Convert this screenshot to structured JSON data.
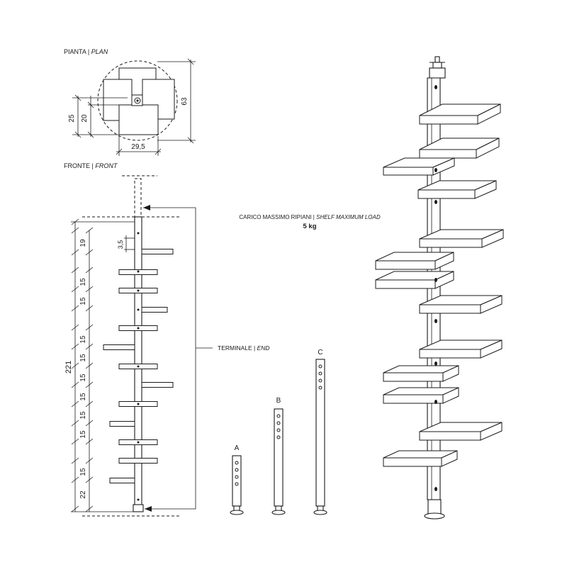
{
  "plan": {
    "title_it": "PIANTA",
    "separator": " | ",
    "title_en": "PLAN",
    "dims": {
      "height": "63",
      "left_outer": "25",
      "left_inner": "20",
      "width": "29,5"
    }
  },
  "front": {
    "title_it": "FRONTE",
    "separator": " | ",
    "title_en": "FRONT",
    "total_height": "221",
    "segments": [
      "19",
      "15",
      "15",
      "15",
      "15",
      "15",
      "15",
      "15",
      "15",
      "15",
      "22"
    ],
    "shelf_gap": "3,5"
  },
  "load": {
    "label_it": "CARICO MASSIMO RIPIANI",
    "separator": " | ",
    "label_en": "SHELF MAXIMUM LOAD",
    "value": "5 kg"
  },
  "terminal": {
    "label_it": "TERMINALE",
    "separator": " | ",
    "label_en": "END"
  },
  "variants": [
    {
      "label": "A",
      "holes": 4
    },
    {
      "label": "B",
      "holes": 4
    },
    {
      "label": "C",
      "holes": 4
    }
  ],
  "colors": {
    "line": "#1a1a1a",
    "background": "#ffffff"
  }
}
